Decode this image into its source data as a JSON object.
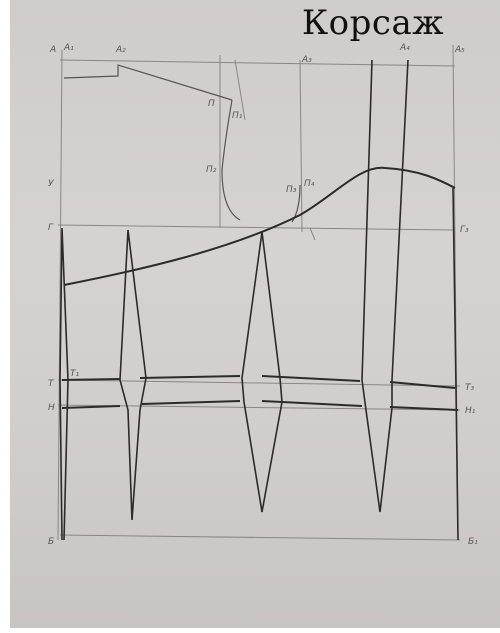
{
  "header": {
    "title": "Корсаж"
  },
  "pattern": {
    "points": [
      "А",
      "А₁",
      "А₂",
      "А₃",
      "А₄",
      "А₅",
      "Б",
      "Б₁",
      "Т",
      "Т₁",
      "Т₃",
      "Н",
      "Н₁",
      "Г",
      "Г₃",
      "У",
      "П",
      "П₁",
      "П₂",
      "П₃",
      "П₄"
    ]
  },
  "colors": {
    "pencil_dark": "#2b2b2b",
    "pencil_light": "#8a8686",
    "paper": "#d1cdcd"
  }
}
